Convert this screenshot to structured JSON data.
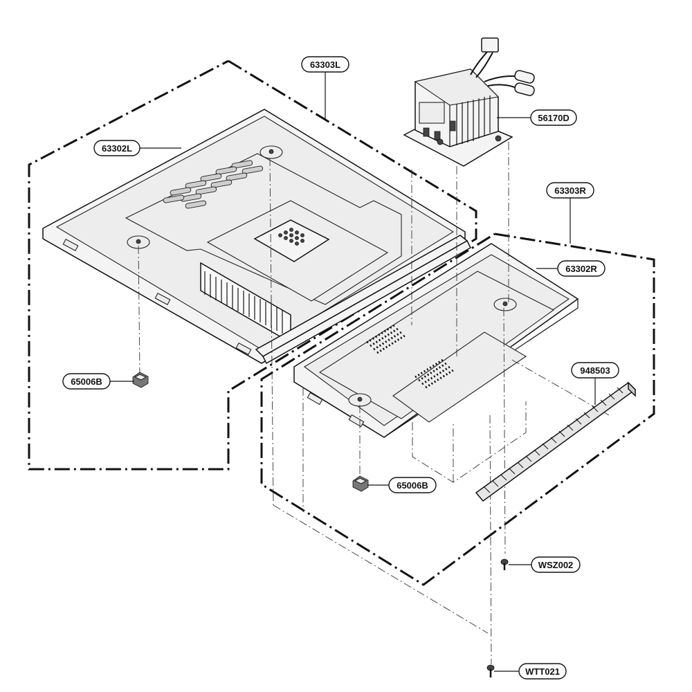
{
  "labels": {
    "top_plate_left_assy": "63303L",
    "top_plate_left": "63302L",
    "transformer": "56170D",
    "top_plate_right_assy": "63303R",
    "top_plate_right": "63302R",
    "foot_left": "65006B",
    "foot_right": "65006B",
    "gasket_strip": "948503",
    "screw_1": "WSZ002",
    "screw_2": "WTT021"
  }
}
